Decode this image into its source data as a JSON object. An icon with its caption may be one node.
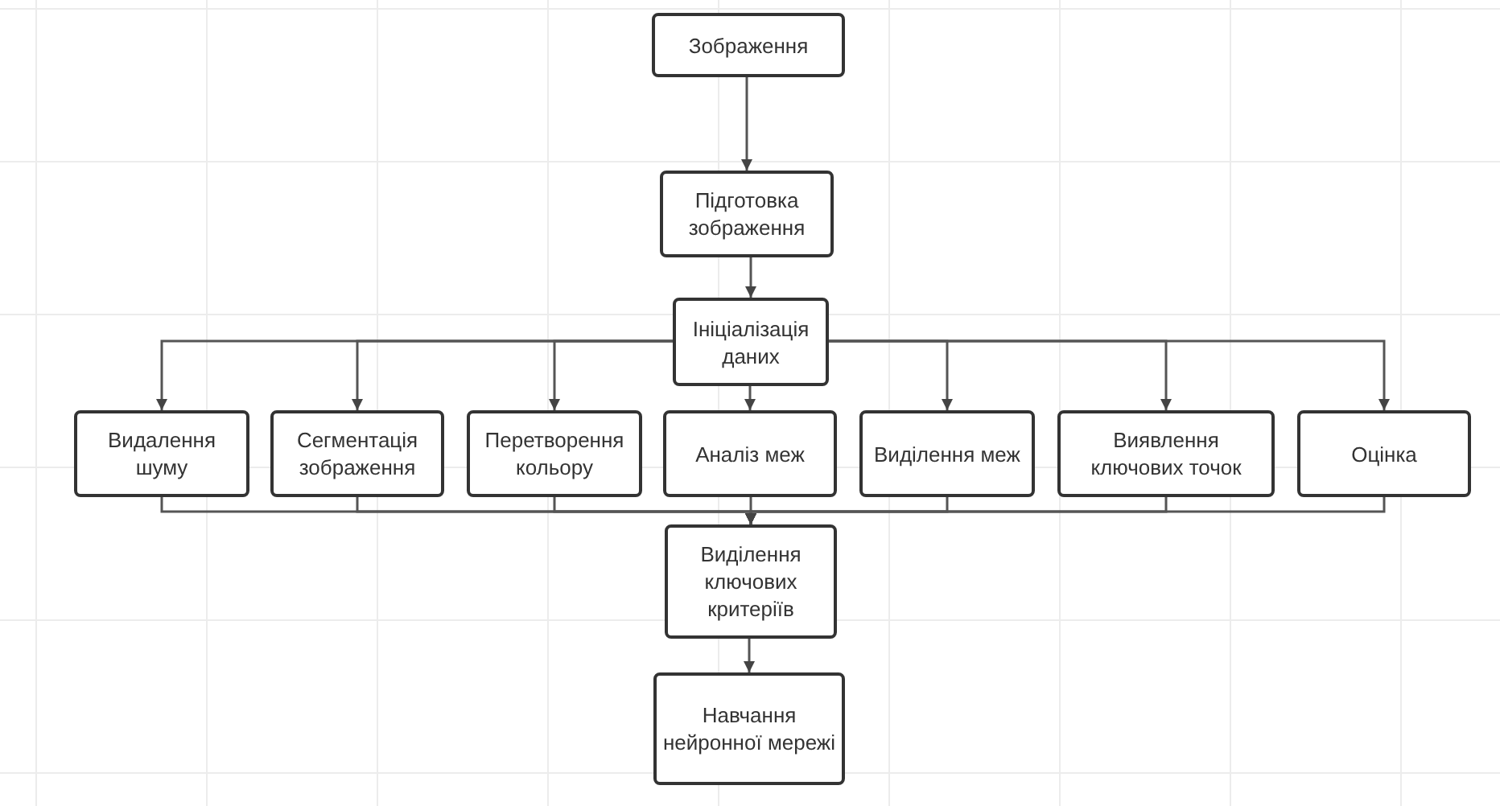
{
  "diagram": {
    "nodes": [
      {
        "text": [
          "Зображення"
        ]
      },
      {
        "text": [
          "Підготовка зображення"
        ]
      },
      {
        "text": [
          "Ініціалізація даних"
        ]
      },
      {
        "text": [
          "Видалення шуму"
        ]
      },
      {
        "text": [
          "Сегментація зображення"
        ]
      },
      {
        "text": [
          "Перетворення кольору"
        ]
      },
      {
        "text": [
          "Аналіз меж"
        ]
      },
      {
        "text": [
          "Виділення меж"
        ]
      },
      {
        "text": [
          "Виявлення ключових точок"
        ]
      },
      {
        "text": [
          "Оцінка"
        ]
      },
      {
        "text": [
          "Виділення ключових критеріїв"
        ]
      },
      {
        "text": [
          "Навчання нейронної мережі"
        ]
      }
    ],
    "edges": [
      {
        "from": 0,
        "to": 1,
        "arrow": "to"
      },
      {
        "from": 1,
        "to": 2,
        "arrow": "to"
      },
      {
        "from": 2,
        "to": 3,
        "arrow": "to"
      },
      {
        "from": 2,
        "to": 4,
        "arrow": "to"
      },
      {
        "from": 2,
        "to": 5,
        "arrow": "to"
      },
      {
        "from": 2,
        "to": 6,
        "arrow": "to"
      },
      {
        "from": 2,
        "to": 7,
        "arrow": "to"
      },
      {
        "from": 2,
        "to": 8,
        "arrow": "to"
      },
      {
        "from": 2,
        "to": 9,
        "arrow": "to"
      },
      {
        "from": 3,
        "to": 10,
        "arrow": "to"
      },
      {
        "from": 4,
        "to": 10,
        "arrow": "to"
      },
      {
        "from": 5,
        "to": 10,
        "arrow": "to"
      },
      {
        "from": 6,
        "to": 10,
        "arrow": "to"
      },
      {
        "from": 7,
        "to": 10,
        "arrow": "to"
      },
      {
        "from": 8,
        "to": 10,
        "arrow": "to"
      },
      {
        "from": 9,
        "to": 10,
        "arrow": "to"
      },
      {
        "from": 10,
        "to": 11,
        "arrow": "to"
      }
    ]
  }
}
